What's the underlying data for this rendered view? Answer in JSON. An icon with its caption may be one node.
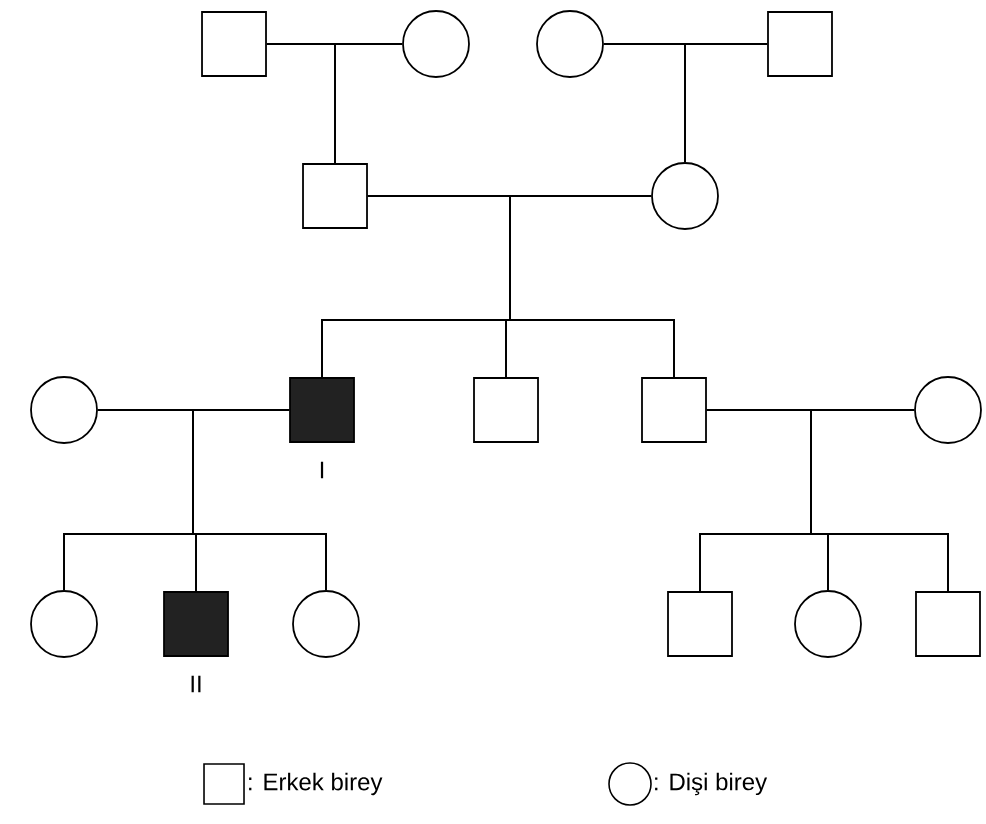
{
  "diagram": {
    "nodes": [
      {
        "text": [],
        "shape": "box"
      },
      {
        "text": [],
        "shape": "circle"
      },
      {
        "text": [],
        "shape": "circle"
      },
      {
        "text": [],
        "shape": "box"
      },
      {
        "text": [],
        "shape": "box"
      },
      {
        "text": [],
        "shape": "circle"
      },
      {
        "text": [],
        "shape": "circle"
      },
      {
        "text": [],
        "shape": "box",
        "beside": [
          "I"
        ]
      },
      {
        "text": [],
        "shape": "box"
      },
      {
        "text": [],
        "shape": "box"
      },
      {
        "text": [],
        "shape": "circle"
      },
      {
        "text": [],
        "shape": "circle"
      },
      {
        "text": [],
        "shape": "box",
        "beside": [
          "II"
        ]
      },
      {
        "text": [],
        "shape": "circle"
      },
      {
        "text": [],
        "shape": "box"
      },
      {
        "text": [],
        "shape": "circle"
      },
      {
        "text": [],
        "shape": "box"
      }
    ],
    "edges": [
      {
        "from": 0,
        "to": 1,
        "arrow": "none"
      },
      {
        "from": 0,
        "to": 4,
        "arrow": "none"
      },
      {
        "from": 1,
        "to": 4,
        "arrow": "none"
      },
      {
        "from": 2,
        "to": 3,
        "arrow": "none"
      },
      {
        "from": 2,
        "to": 5,
        "arrow": "none"
      },
      {
        "from": 3,
        "to": 5,
        "arrow": "none"
      },
      {
        "from": 4,
        "to": 5,
        "arrow": "none"
      },
      {
        "from": 4,
        "to": 7,
        "arrow": "none"
      },
      {
        "from": 4,
        "to": 8,
        "arrow": "none"
      },
      {
        "from": 4,
        "to": 9,
        "arrow": "none"
      },
      {
        "from": 5,
        "to": 7,
        "arrow": "none"
      },
      {
        "from": 5,
        "to": 8,
        "arrow": "none"
      },
      {
        "from": 5,
        "to": 9,
        "arrow": "none"
      },
      {
        "from": 6,
        "to": 7,
        "arrow": "none"
      },
      {
        "from": 6,
        "to": 11,
        "arrow": "none"
      },
      {
        "from": 6,
        "to": 12,
        "arrow": "none"
      },
      {
        "from": 6,
        "to": 13,
        "arrow": "none"
      },
      {
        "from": 7,
        "to": 11,
        "arrow": "none"
      },
      {
        "from": 7,
        "to": 12,
        "arrow": "none"
      },
      {
        "from": 7,
        "to": 13,
        "arrow": "none"
      },
      {
        "from": 9,
        "to": 10,
        "arrow": "none"
      },
      {
        "from": 9,
        "to": 14,
        "arrow": "none"
      },
      {
        "from": 9,
        "to": 15,
        "arrow": "none"
      },
      {
        "from": 9,
        "to": 16,
        "arrow": "none"
      },
      {
        "from": 10,
        "to": 14,
        "arrow": "none"
      },
      {
        "from": 10,
        "to": 15,
        "arrow": "none"
      },
      {
        "from": 10,
        "to": 16,
        "arrow": "none"
      }
    ],
    "legend": [
      {
        "text": ": Erkek birey"
      },
      {
        "text": ": Dişi birey"
      }
    ]
  }
}
